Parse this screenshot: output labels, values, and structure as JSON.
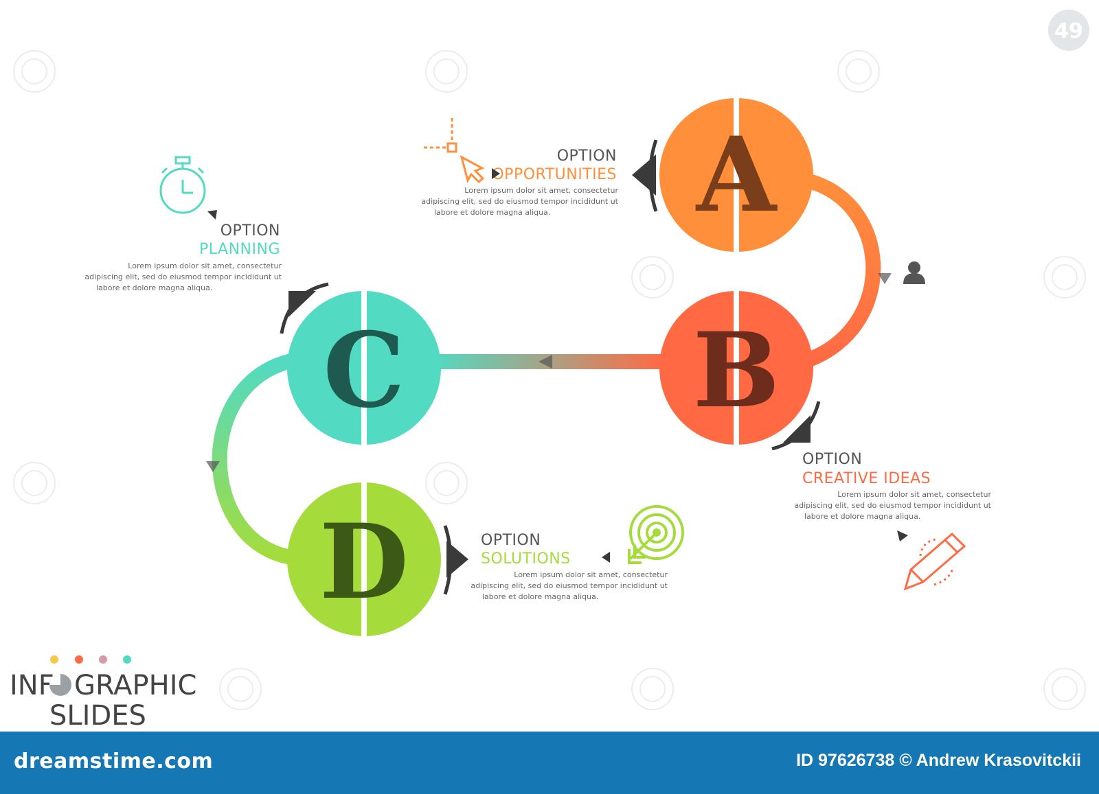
{
  "colors": {
    "a": "#ff8f3b",
    "b": "#ff6a45",
    "c": "#52dac3",
    "d": "#a5dc3c",
    "arrow": "#3a3a3a",
    "footer": "#1677b5"
  },
  "steps": [
    {
      "letter": "A",
      "heading": "OPTION",
      "title": "OPPORTUNITIES",
      "icon": "crosshair-cursor-icon",
      "body": [
        "Lorem ipsum dolor sit amet, consectetur",
        "adipiscing elit, sed do eiusmod tempor incididunt ut",
        "labore et dolore magna aliqua."
      ]
    },
    {
      "letter": "B",
      "heading": "OPTION",
      "title": "CREATIVE IDEAS",
      "icon": "pencil-icon",
      "body": [
        "Lorem ipsum dolor sit amet, consectetur",
        "adipiscing elit, sed do eiusmod tempor incididunt ut",
        "labore et dolore magna aliqua."
      ]
    },
    {
      "letter": "C",
      "heading": "OPTION",
      "title": "PLANNING",
      "icon": "stopwatch-icon",
      "body": [
        "Lorem ipsum dolor sit amet, consectetur",
        "adipiscing elit, sed do eiusmod tempor incididunt ut",
        "labore et dolore magna aliqua."
      ]
    },
    {
      "letter": "D",
      "heading": "OPTION",
      "title": "SOLUTIONS",
      "icon": "target-arrow-icon",
      "body": [
        "Lorem ipsum dolor sit amet, consectetur",
        "adipiscing elit, sed do eiusmod tempor incididunt ut",
        "labore et dolore magna aliqua."
      ]
    }
  ],
  "badge": "49",
  "logo": {
    "line1_start": "INF",
    "line1_end": "GRAPHIC",
    "line2": "SLIDES"
  },
  "footer": {
    "brand": "dreamstime.com",
    "credit": "ID 97626738 © Andrew Krasovitckii"
  }
}
